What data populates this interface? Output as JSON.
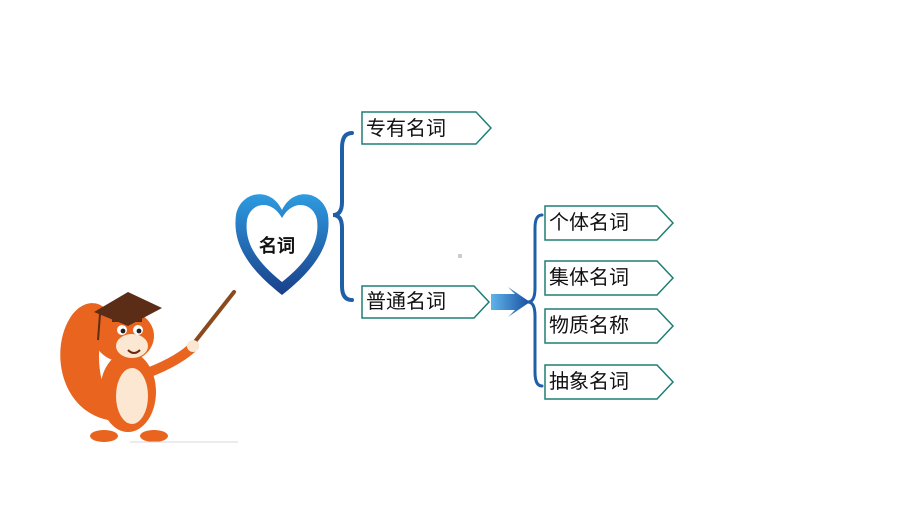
{
  "root": {
    "label": "名词"
  },
  "branches": [
    {
      "label": "专有名词"
    },
    {
      "label": "普通名词"
    }
  ],
  "subtypes": [
    {
      "label": "个体名词"
    },
    {
      "label": "集体名词"
    },
    {
      "label": "物质名称"
    },
    {
      "label": "抽象名词"
    }
  ],
  "colors": {
    "box_border": "#1e7f73",
    "brace": "#1f5fa8",
    "heart": "#1f6fc0",
    "arrow": "#1f6fc0",
    "squirrel": "#e8641f"
  },
  "mascot": {
    "icon": "squirrel-teacher-icon"
  }
}
